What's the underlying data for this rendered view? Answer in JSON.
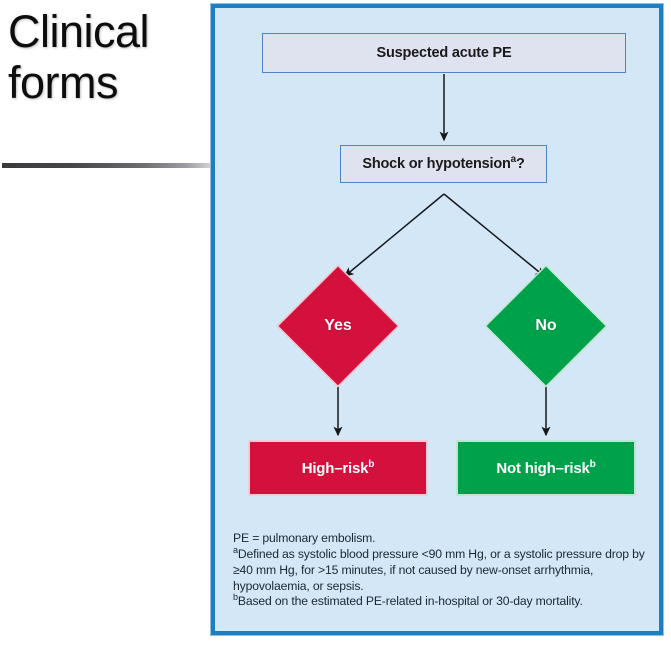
{
  "slide": {
    "title_line1": "Clinical",
    "title_line2": "forms"
  },
  "panel": {
    "border_color": "#1B7FC4",
    "background_color": "#D3E7F7"
  },
  "flowchart": {
    "type": "decision-tree",
    "nodes": [
      {
        "id": "suspected-pe",
        "label": "Suspected acute PE",
        "shape": "rectangle",
        "fill": "#DFE3EF",
        "border": "#4A86C5",
        "text_color": "#1A1A1A"
      },
      {
        "id": "shock-or-hypotension",
        "label_text": "Shock or hypotension",
        "label_superscript": "a",
        "label_suffix": "?",
        "shape": "rectangle",
        "fill": "#DFE3EF",
        "border": "#4A86C5",
        "text_color": "#1A1A1A"
      },
      {
        "id": "yes",
        "label": "Yes",
        "shape": "diamond",
        "fill": "#D4103C",
        "text_color": "#FFFFFF"
      },
      {
        "id": "no",
        "label": "No",
        "shape": "diamond",
        "fill": "#00A14B",
        "text_color": "#FFFFFF"
      },
      {
        "id": "high-risk",
        "label_text": "High–risk",
        "label_superscript": "b",
        "shape": "rectangle",
        "fill": "#D4103C",
        "text_color": "#FFFFFF"
      },
      {
        "id": "not-high-risk",
        "label_text": "Not high–risk",
        "label_superscript": "b",
        "shape": "rectangle",
        "fill": "#00A14B",
        "text_color": "#FFFFFF"
      }
    ],
    "edges": [
      {
        "from": "suspected-pe",
        "to": "shock-or-hypotension",
        "style": "arrow-down"
      },
      {
        "from": "shock-or-hypotension",
        "to": "yes",
        "style": "arrow-diagonal-left"
      },
      {
        "from": "shock-or-hypotension",
        "to": "no",
        "style": "arrow-diagonal-right"
      },
      {
        "from": "yes",
        "to": "high-risk",
        "style": "arrow-down"
      },
      {
        "from": "no",
        "to": "not-high-risk",
        "style": "arrow-down"
      }
    ]
  },
  "footnotes": {
    "abbreviation": "PE = pulmonary embolism.",
    "note_a_marker": "a",
    "note_a_text": "Defined as systolic blood pressure <90 mm Hg, or a systolic pressure drop by ≥40 mm Hg, for >15 minutes, if not caused by new-onset arrhythmia, hypovolaemia, or sepsis.",
    "note_b_marker": "b",
    "note_b_text": "Based on the estimated PE-related in-hospital or 30-day mortality."
  }
}
